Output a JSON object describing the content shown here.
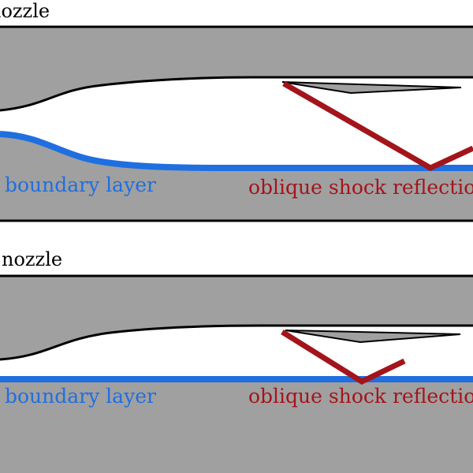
{
  "colors": {
    "wall": "#a0a0a0",
    "outline": "#000000",
    "flow": "#ffffff",
    "boundary_layer": "#1f6fe0",
    "shock": "#a3141b",
    "label_text": "#000000"
  },
  "panels": [
    {
      "title": "nozzle",
      "boundary_layer_label": "boundary layer",
      "shock_label": "oblique shock reflection"
    },
    {
      "title": "nozzle",
      "boundary_layer_label": "boundary layer",
      "shock_label": "oblique shock reflection"
    }
  ]
}
